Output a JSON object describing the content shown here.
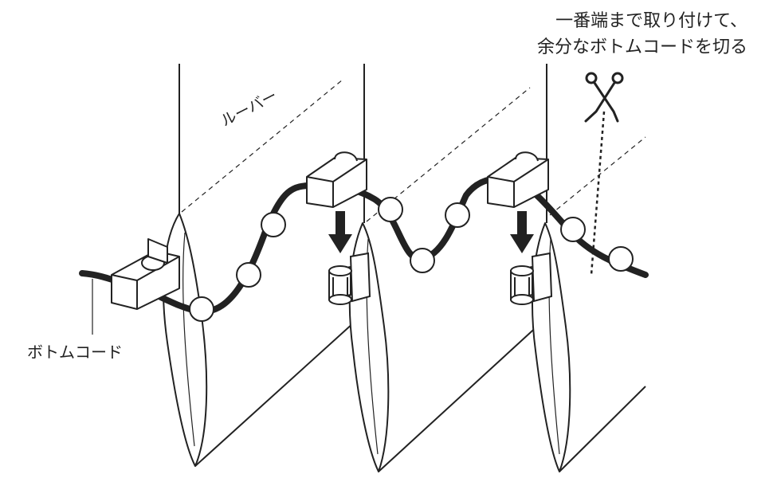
{
  "labels": {
    "instruction_line1": "一番端まで取り付けて、",
    "instruction_line2": "余分なボトムコードを切る",
    "louver": "ルーバー",
    "bottom_cord": "ボトムコード"
  },
  "colors": {
    "ink": "#222222",
    "paper": "#ffffff"
  },
  "icons": [
    "scissors-icon",
    "down-arrow-icon"
  ]
}
